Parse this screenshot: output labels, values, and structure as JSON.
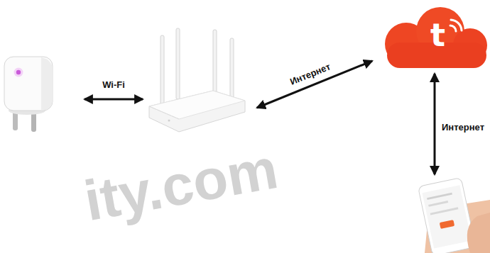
{
  "diagram": {
    "nodes": [
      {
        "text": []
      },
      {
        "text": []
      },
      {
        "text": [
          "t"
        ]
      },
      {
        "text": []
      }
    ],
    "edges": [
      {
        "from": 0,
        "to": 1,
        "arrow": "both",
        "label": "Wi-Fi"
      },
      {
        "from": 1,
        "to": 2,
        "arrow": "both",
        "label": "Интернет"
      },
      {
        "from": 2,
        "to": 3,
        "arrow": "both",
        "label": "Интернет"
      }
    ],
    "labels": [
      "ity.com"
    ]
  }
}
